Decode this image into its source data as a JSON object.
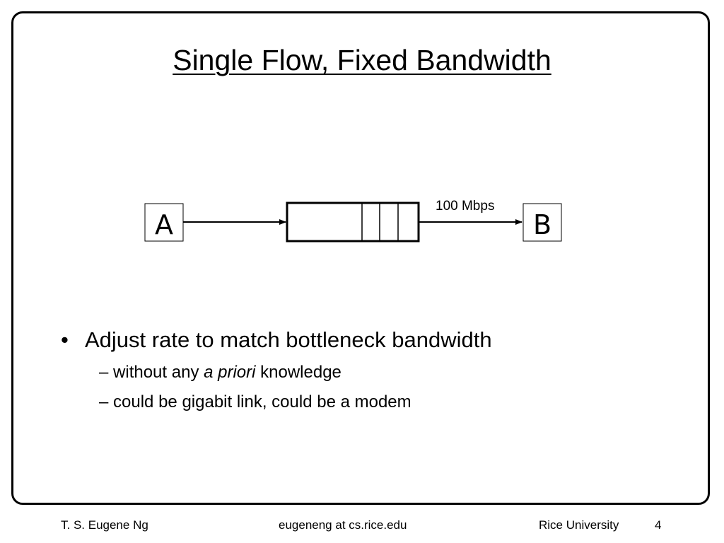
{
  "slide": {
    "title": "Single Flow, Fixed Bandwidth",
    "diagram": {
      "source_node": "A",
      "dest_node": "B",
      "link_label": "100 Mbps",
      "queue_filled_slots": 3
    },
    "bullets": [
      {
        "text": "Adjust rate to match bottleneck bandwidth",
        "sub": [
          {
            "prefix": "without any ",
            "emphasis": "a priori",
            "suffix": " knowledge"
          },
          {
            "text": "could be gigabit link, could be a modem"
          }
        ]
      }
    ],
    "bullet_glyph": "•",
    "dash_glyph": "–"
  },
  "footer": {
    "author": "T. S. Eugene Ng",
    "email": "eugeneng at cs.rice.edu",
    "institution": "Rice University",
    "page_number": "4"
  }
}
